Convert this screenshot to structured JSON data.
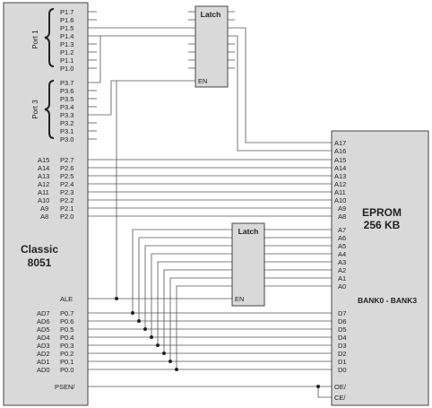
{
  "mcu": {
    "title_line1": "Classic",
    "title_line2": "8051",
    "port1_label": "Port 1",
    "port3_label": "Port 3",
    "p1_pins": [
      "P1.7",
      "P1.6",
      "P1.5",
      "P1.4",
      "P1.3",
      "P1.2",
      "P1.1",
      "P1.0"
    ],
    "p3_pins": [
      "P3.7",
      "P3.6",
      "P3.5",
      "P3.4",
      "P3.3",
      "P3.2",
      "P3.1",
      "P3.0"
    ],
    "p2_addr": [
      "A15",
      "A14",
      "A13",
      "A12",
      "A11",
      "A10",
      "A9",
      "A8"
    ],
    "p2_pins": [
      "P2.7",
      "P2.6",
      "P2.5",
      "P2.4",
      "P2.3",
      "P2.2",
      "P2.1",
      "P2.0"
    ],
    "ale_label": "ALE",
    "p0_data": [
      "AD7",
      "AD6",
      "AD5",
      "AD4",
      "AD3",
      "AD2",
      "AD1",
      "AD0"
    ],
    "p0_pins": [
      "P0.7",
      "P0.6",
      "P0.5",
      "P0.4",
      "P0.3",
      "P0.2",
      "P0.1",
      "P0.0"
    ],
    "psen_label": "PSEN/"
  },
  "latch_top": {
    "title": "Latch",
    "en_label": "EN"
  },
  "latch_bottom": {
    "title": "Latch",
    "en_label": "EN"
  },
  "eprom": {
    "title_line1": "EPROM",
    "title_line2": "256 KB",
    "bank_label": "BANK0 - BANK3",
    "high_addr": [
      "A17",
      "A16",
      "A15",
      "A14",
      "A13",
      "A12",
      "A11",
      "A10",
      "A9",
      "A8"
    ],
    "low_addr": [
      "A7",
      "A6",
      "A5",
      "A4",
      "A3",
      "A2",
      "A1",
      "A0"
    ],
    "data": [
      "D7",
      "D6",
      "D5",
      "D4",
      "D3",
      "D2",
      "D1",
      "D0"
    ],
    "oe_label": "OE/",
    "ce_label": "CE/"
  }
}
